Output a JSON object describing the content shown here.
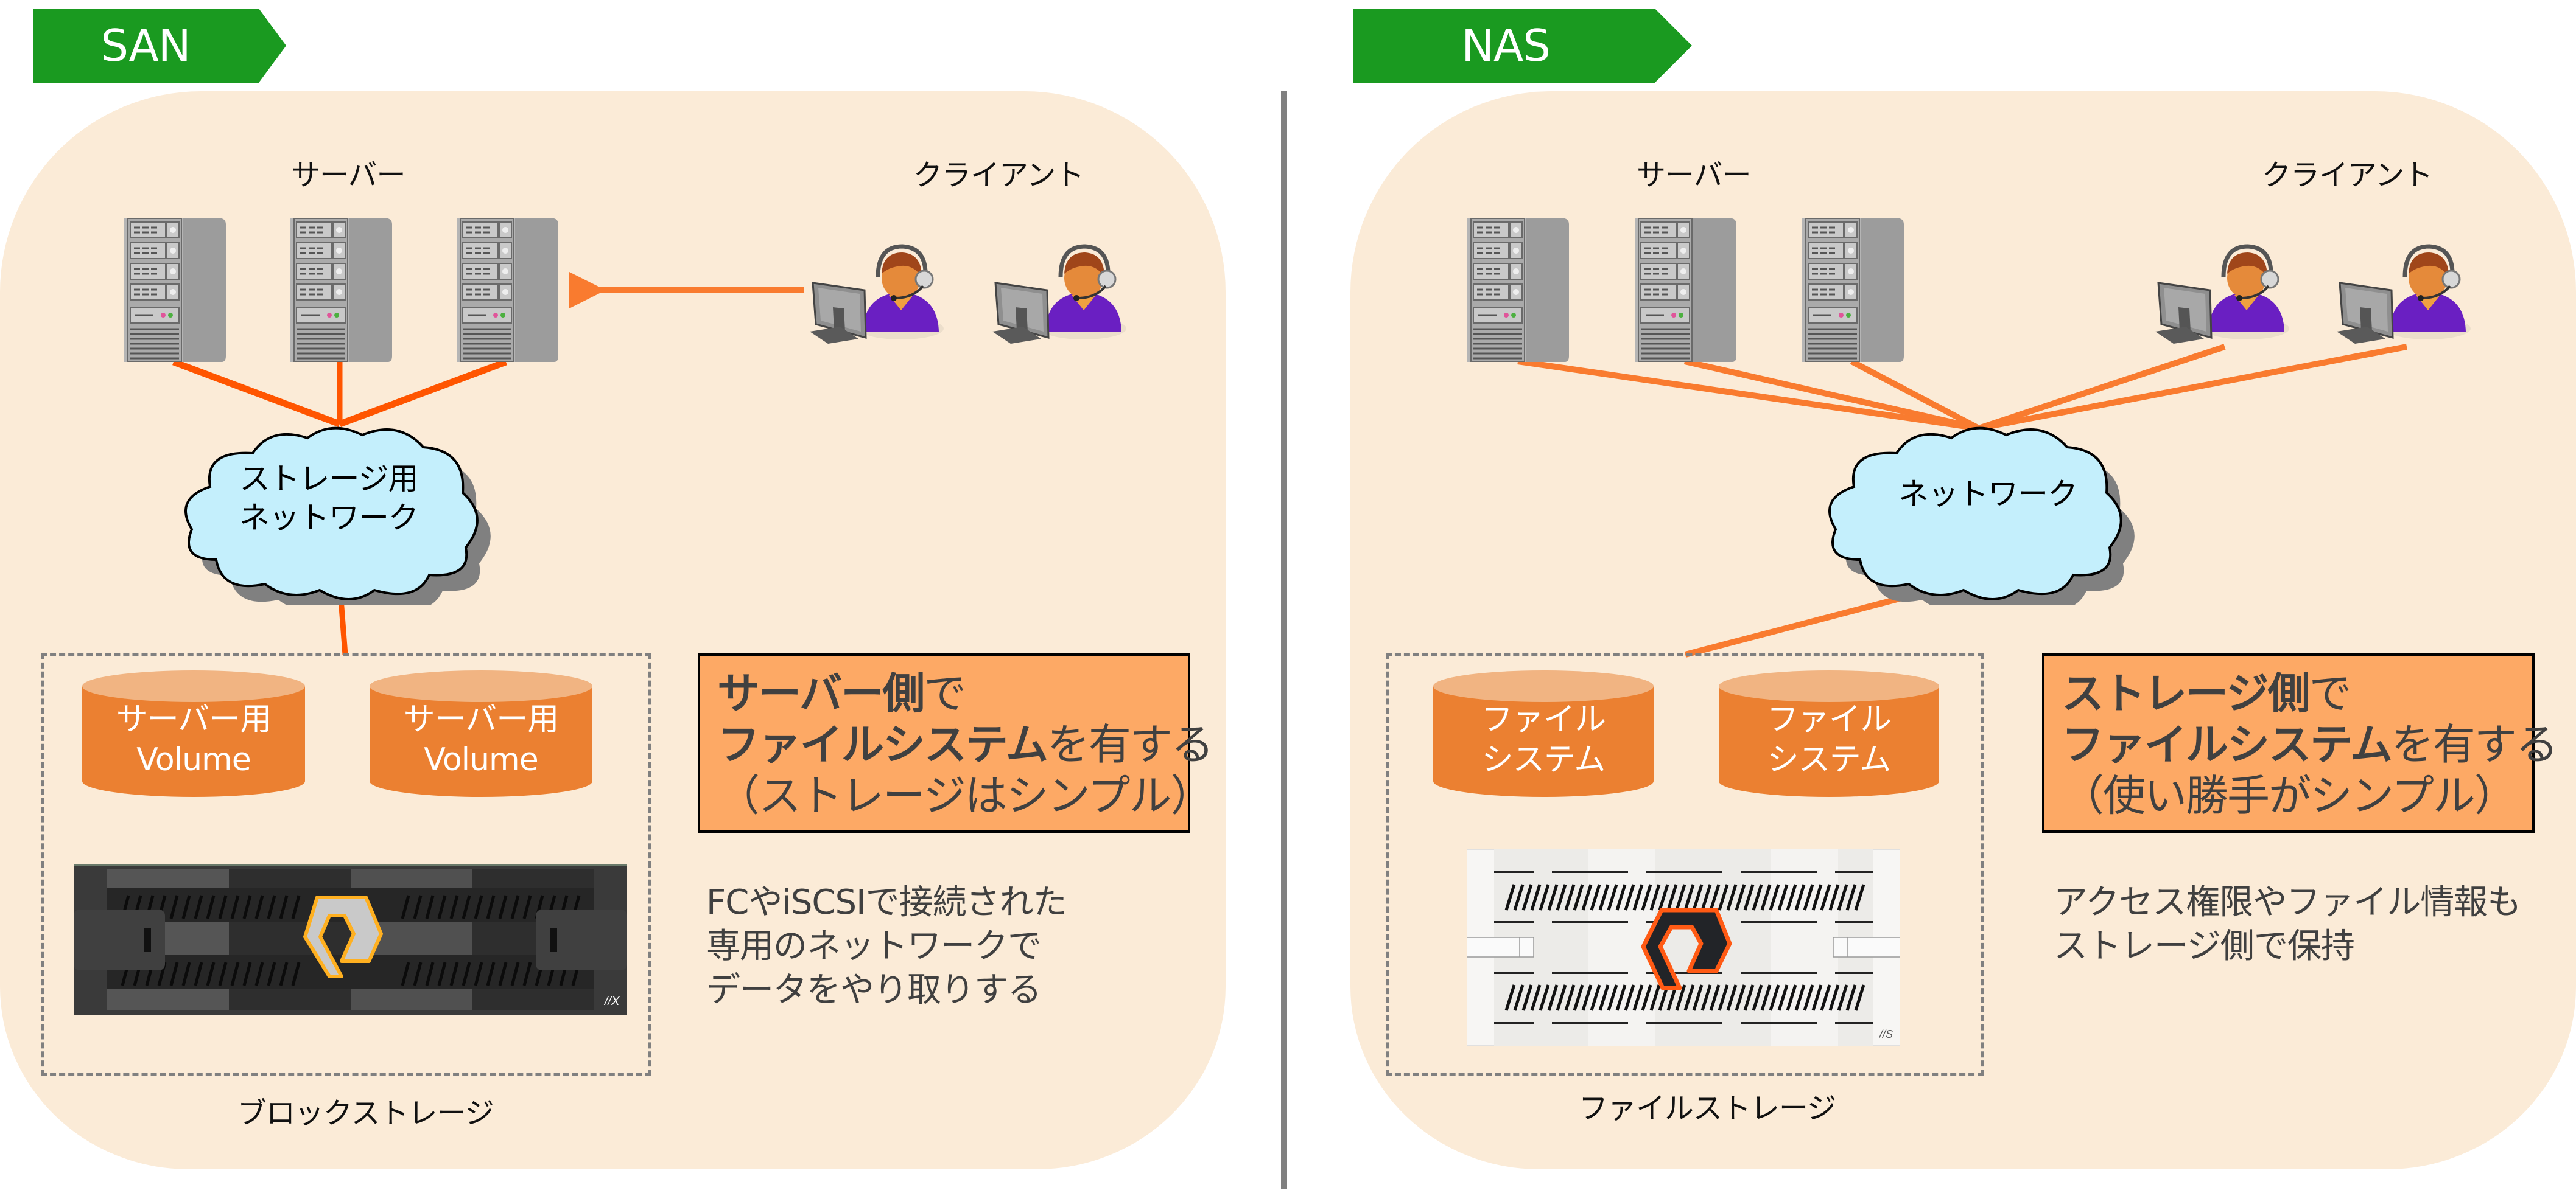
{
  "san": {
    "tag": "SAN",
    "servers_label": "サーバー",
    "clients_label": "クライアント",
    "cloud_lines": [
      "ストレージ用",
      "ネットワーク"
    ],
    "volumes": [
      {
        "lines": [
          "サーバー用",
          "Volume"
        ]
      },
      {
        "lines": [
          "サーバー用",
          "Volume"
        ]
      }
    ],
    "info": {
      "line1_bold": "サーバー側",
      "line1_rest": "で",
      "line2_bold": "ファイルシステム",
      "line2_rest": "を有する",
      "line3": "（ストレージはシンプル）"
    },
    "description": [
      "FCやiSCSIで接続された",
      "専用のネットワークで",
      "データをやり取りする"
    ],
    "device_badge": "//X",
    "storage_label": "ブロックストレージ"
  },
  "nas": {
    "tag": "NAS",
    "servers_label": "サーバー",
    "clients_label": "クライアント",
    "cloud_lines": [
      "ネットワーク"
    ],
    "volumes": [
      {
        "lines": [
          "ファイル",
          "システム"
        ]
      },
      {
        "lines": [
          "ファイル",
          "システム"
        ]
      }
    ],
    "info": {
      "line1_bold": "ストレージ側",
      "line1_rest": "で",
      "line2_bold": "ファイルシステム",
      "line2_rest": "を有する",
      "line3": "（使い勝手がシンプル）"
    },
    "description": [
      "アクセス権限やファイル情報も",
      "ストレージ側で保持"
    ],
    "device_badge": "//S",
    "storage_label": "ファイルストレージ"
  },
  "colors": {
    "tag_green": "#1A9A20",
    "panel": "#FBEBD7",
    "san_link": "#FF5500",
    "nas_link": "#F97B2F",
    "cloud_fill": "#C4EFFC",
    "cylinder_body": "#EB8031",
    "cylinder_top": "#F1B482",
    "info_fill": "#FDA965",
    "divider": "#808080"
  }
}
